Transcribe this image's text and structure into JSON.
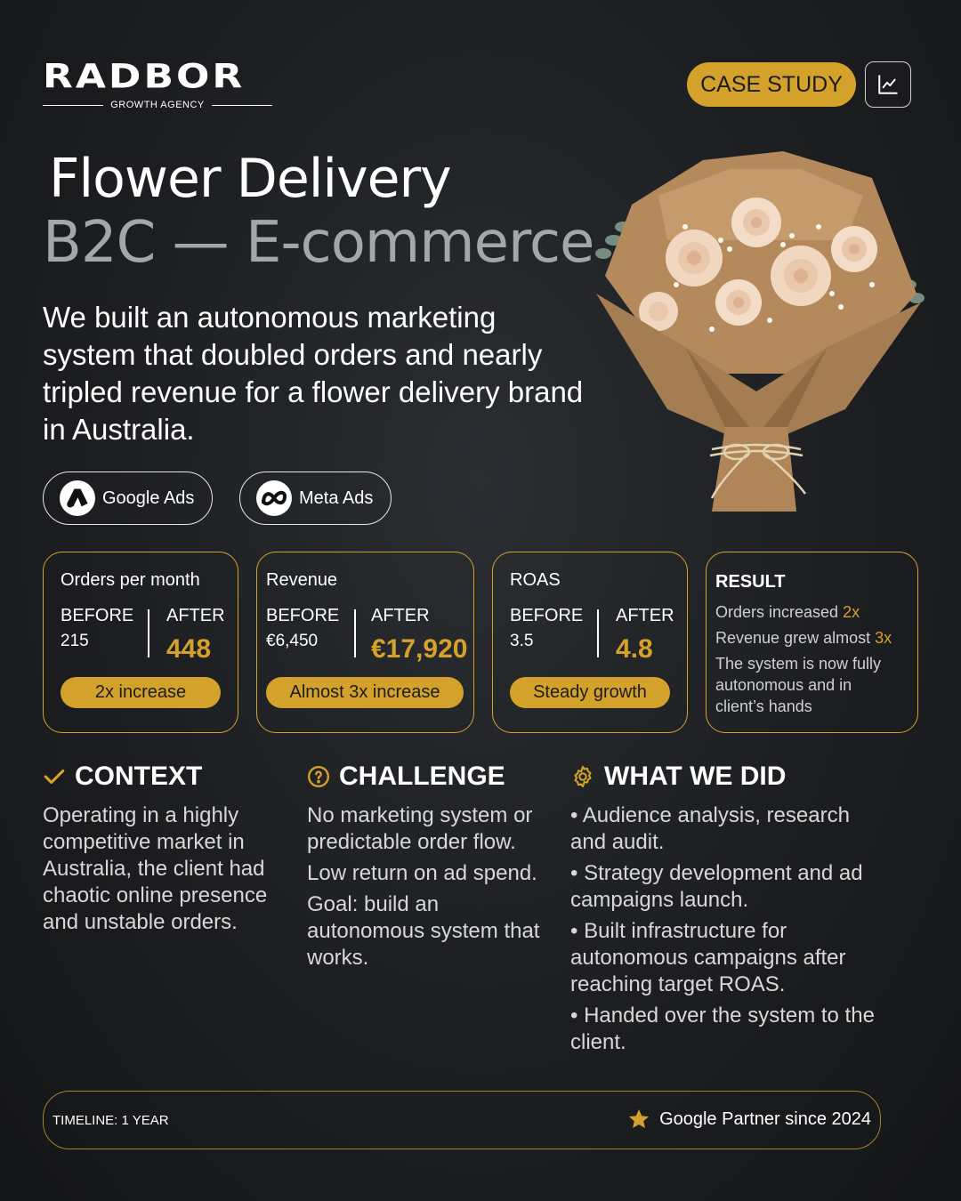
{
  "brand": {
    "name": "RADBOR",
    "tagline": "GROWTH AGENCY"
  },
  "header": {
    "badge": "CASE STUDY",
    "chart_icon": "trending-up-icon"
  },
  "hero": {
    "title": "Flower Delivery",
    "subtitle": "B2C — E-commerce",
    "description": "We built an autonomous marketing system that doubled orders and nearly tripled revenue for a flower delivery brand in Australia."
  },
  "platforms": [
    {
      "label": "Google Ads",
      "icon": "google-ads-icon"
    },
    {
      "label": "Meta Ads",
      "icon": "meta-icon"
    }
  ],
  "metrics": [
    {
      "label": "Orders per month",
      "before_label": "BEFORE",
      "after_label": "AFTER",
      "before": "215",
      "after": "448",
      "badge": "2x increase"
    },
    {
      "label": "Revenue",
      "before_label": "BEFORE",
      "after_label": "AFTER",
      "before": "€6,450",
      "after": "€17,920",
      "badge": "Almost 3x increase"
    },
    {
      "label": "ROAS",
      "before_label": "BEFORE",
      "after_label": "AFTER",
      "before": "3.5",
      "after": "4.8",
      "badge": "Steady growth"
    }
  ],
  "result": {
    "heading": "RESULT",
    "line1": "Orders increased",
    "line1_value": "2x",
    "line2": "Revenue grew almost",
    "line2_value": "3x",
    "line3a": "The system is now fully",
    "line3b": "autonomous and in",
    "line3c": "client’s hands"
  },
  "sections": {
    "context": {
      "heading": "CONTEXT",
      "icon": "check-icon",
      "body": "Operating in a highly competitive market in Australia, the client had chaotic online presence and unstable orders."
    },
    "challenge": {
      "heading": "CHALLENGE",
      "icon": "question-circle-icon",
      "p1": "No marketing system or predictable order flow.",
      "p2": "Low return on ad spend.",
      "p3": "Goal: build an autonomous system that works."
    },
    "what_we_did": {
      "heading": "WHAT WE DID",
      "icon": "gear-icon",
      "items": [
        "• Audience analysis, research and audit.",
        "• Strategy development and ad campaigns launch.",
        "• Built infrastructure for autonomous campaigns after reaching target ROAS.",
        "• Handed over the system to the client."
      ]
    }
  },
  "footer": {
    "timeline": "TIMELINE: 1 YEAR",
    "partner": "Google Partner since 2024",
    "partner_icon": "star-icon"
  },
  "colors": {
    "accent": "#d4a22a",
    "background": "#1c1e21",
    "muted_title": "#a3a6ab"
  }
}
